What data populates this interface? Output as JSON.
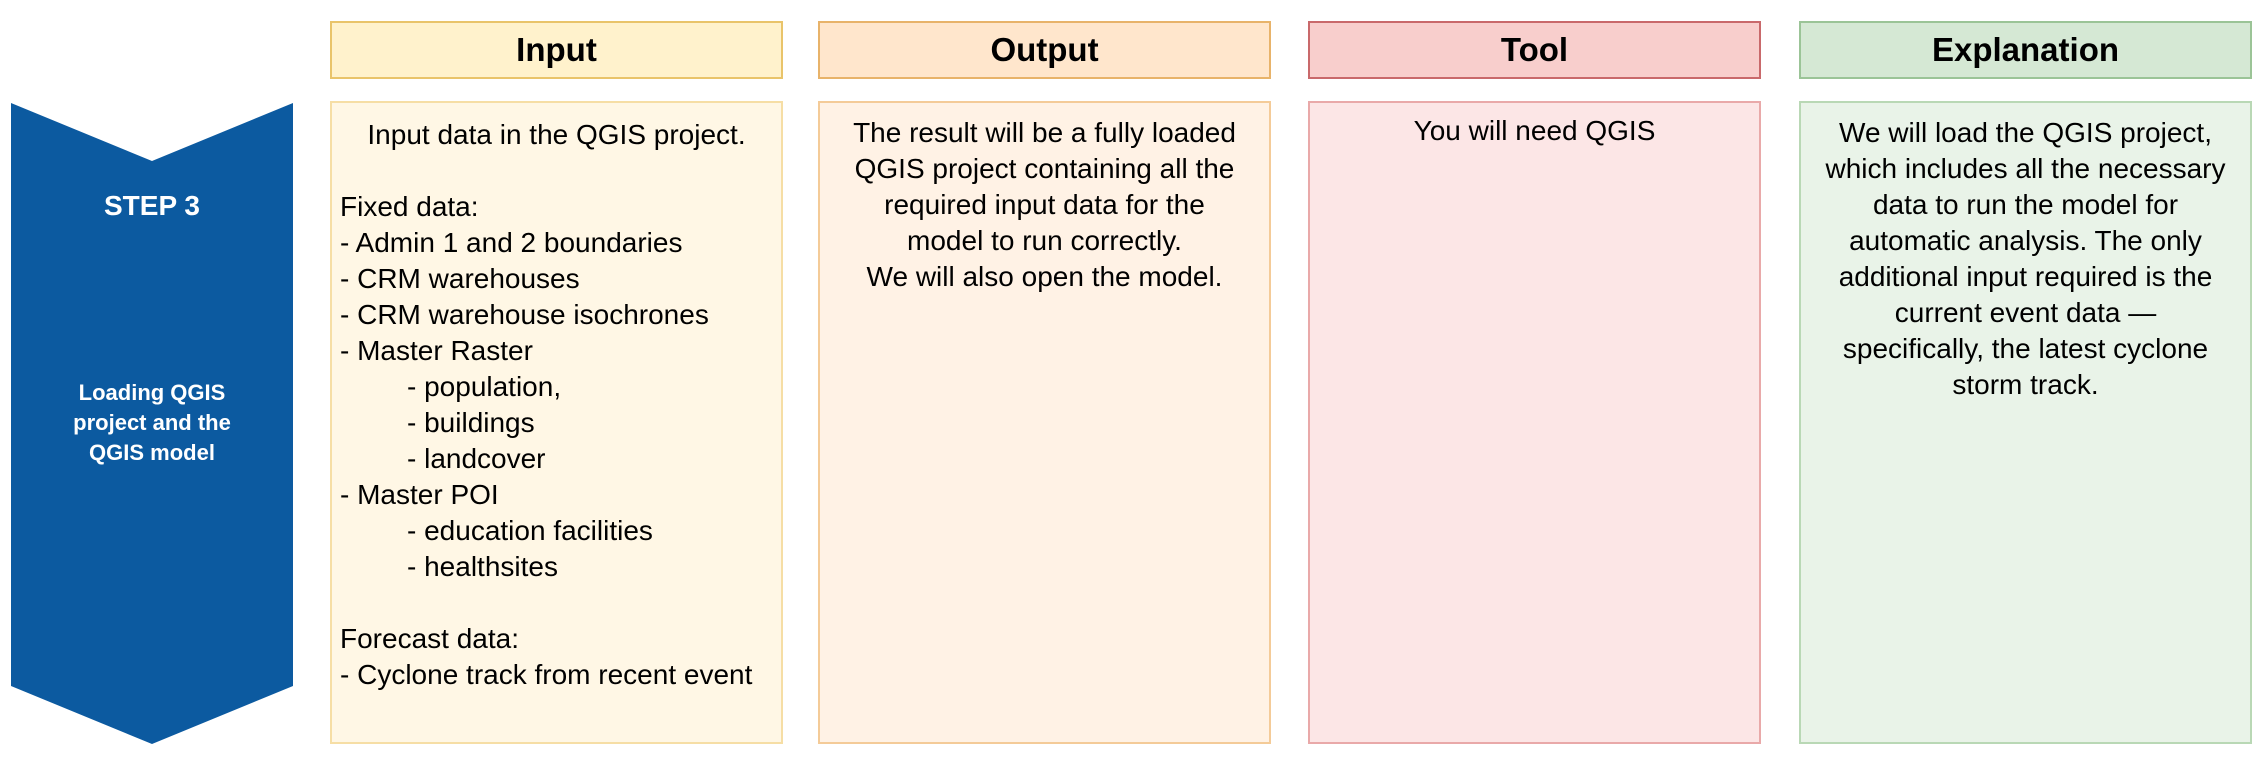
{
  "step": {
    "number_label": "STEP 3",
    "title": "Loading QGIS project and the QGIS model",
    "color": "#0c5aa0"
  },
  "columns": {
    "input": {
      "header": "Input",
      "lines": [
        "Input data in the QGIS project.",
        "",
        "Fixed data:",
        "- Admin 1 and 2 boundaries",
        "- CRM warehouses",
        "- CRM warehouse isochrones",
        "- Master Raster",
        "- population,",
        "- buildings",
        "- landcover",
        "- Master POI",
        "- education facilities",
        "- healthsites",
        "",
        "Forecast data:",
        "- Cyclone track from recent event"
      ]
    },
    "output": {
      "header": "Output",
      "lines": [
        "The result will be a fully loaded",
        "QGIS project containing all the",
        "required input data for the",
        "model to run correctly.",
        "We will also open the model."
      ]
    },
    "tool": {
      "header": "Tool",
      "text": "You will need QGIS"
    },
    "explanation": {
      "header": "Explanation",
      "lines": [
        "We will load the QGIS project,",
        "which includes all the necessary",
        "data to run the model for",
        "automatic analysis. The only",
        "additional input required is the",
        "current event data —",
        "specifically, the latest cyclone",
        "storm track."
      ]
    }
  },
  "colors": {
    "input_header": "#fff2cc",
    "output_header": "#ffe6cc",
    "tool_header": "#f8cecc",
    "explanation_header": "#d5e8d4"
  }
}
